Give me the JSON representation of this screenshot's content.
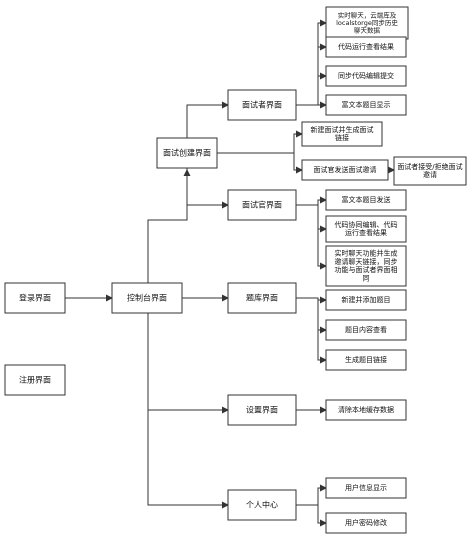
{
  "nodes": {
    "login": [
      "登录界面"
    ],
    "register": [
      "注册界面"
    ],
    "console": [
      "控制台界面"
    ],
    "create": [
      "面试创建界面"
    ],
    "interviewer": [
      "面试者界面"
    ],
    "realtime_chat": [
      "实时聊天，云端库及",
      "localstorge同步历史",
      "聊天数据"
    ],
    "code_run": [
      "代码运行查看结果"
    ],
    "sync_code": [
      "同步代码编辑提交"
    ],
    "rich_show": [
      "富文本题目显示"
    ],
    "new_link": [
      "新建面试并生成面试",
      "链接"
    ],
    "send_invite": [
      "面试官发送面试邀请"
    ],
    "accept_reject": [
      "面试者接受/拒绝面试",
      "邀请"
    ],
    "examiner": [
      "面试官界面"
    ],
    "rich_send": [
      "富文本题目发送"
    ],
    "coop_edit": [
      "代码协同编辑、代码",
      "运行查看结果"
    ],
    "chat_invite": [
      "实时聊天功能并生成",
      "邀请聊天链接，同步",
      "功能与面试者界面相",
      "同"
    ],
    "bank": [
      "题库界面"
    ],
    "add_question": [
      "新建并添加题目"
    ],
    "view_question": [
      "题目内容查看"
    ],
    "gen_link": [
      "生成题目链接"
    ],
    "settings": [
      "设置界面"
    ],
    "clear_cache": [
      "清除本地缓存数据"
    ],
    "personal": [
      "个人中心"
    ],
    "user_info": [
      "用户信息显示"
    ],
    "change_pwd": [
      "用户密码修改"
    ]
  }
}
